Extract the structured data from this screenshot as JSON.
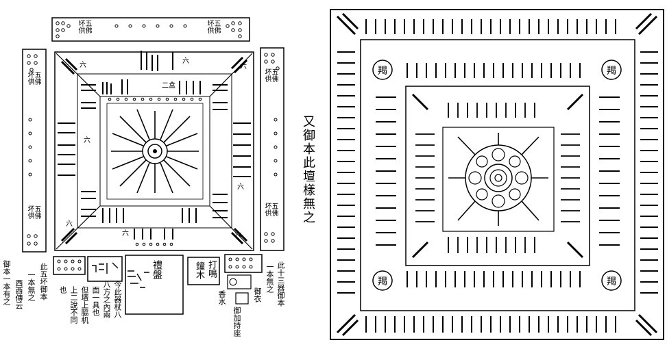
{
  "left_diagram": {
    "top_banner": {
      "left_label": "五佛\n坏供",
      "right_label": "五佛\n坏供"
    },
    "left_banner": {
      "top_label": "五佛\n坏供",
      "bottom_label": "五佛\n坏供"
    },
    "right_banner": {
      "top_label": "五佛\n坏供",
      "bottom_label": "五佛\n坏供"
    },
    "corner_marks": {
      "top_left": "六",
      "top_right": "六",
      "bottom_left": "六",
      "bottom_right": "六",
      "top_edge": "六",
      "right_edge": "六",
      "bottom_edge": "六",
      "left_edge": "六"
    },
    "center_label": "二盒",
    "bottom_items": {
      "ritual_plate": "禮盤",
      "bell": "鐘木",
      "beat": "打鳴",
      "footnote_left_1": "御本一本有之",
      "footnote_left_2": "西酉傳云",
      "footnote_left_3": "一本無之",
      "footnote_left_4": "此五坏御本",
      "footnote_mid_1": "也",
      "footnote_mid_2": "上二說不同",
      "footnote_mid_3": "但壇上脇机",
      "footnote_mid_4": "面一具也",
      "footnote_mid_5": "八方之內兩",
      "footnote_mid_6": "今此器杖八",
      "footnote_right_1": "此十三器御本",
      "footnote_right_2": "一本無之",
      "incense_water": "香水",
      "garment": "御衣",
      "seat": "御加持座"
    }
  },
  "caption": "又御本此壇樣無之",
  "right_diagram": {
    "corner_labels": {
      "top_left": "羯",
      "top_right": "羯",
      "bottom_left": "羯",
      "bottom_right": "羯"
    }
  },
  "colors": {
    "ink": "#000000",
    "paper": "#ffffff"
  }
}
